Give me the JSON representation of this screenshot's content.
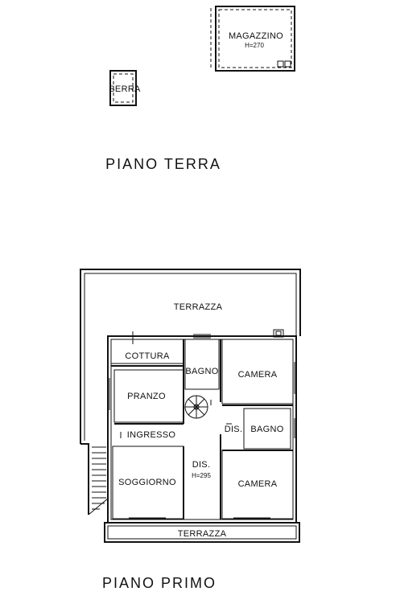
{
  "ground_floor": {
    "title": "PIANO  TERRA",
    "magazzino": {
      "name": "MAGAZZINO",
      "height": "H=270"
    },
    "serra": {
      "name": "SERRA"
    }
  },
  "first_floor": {
    "title": "PIANO  PRIMO",
    "rooms": {
      "terrazza_top": "TERRAZZA",
      "cottura": "COTTURA",
      "bagno_1": "BAGNO",
      "camera_1": "CAMERA",
      "pranzo": "PRANZO",
      "dis_1": "DIS.",
      "bagno_2": "BAGNO",
      "ingresso": "INGRESSO",
      "soggiorno": "SOGGIORNO",
      "dis_2": "DIS.",
      "dis_2_height": "H=295",
      "camera_2": "CAMERA",
      "terrazza_bottom": "TERRAZZA"
    }
  }
}
